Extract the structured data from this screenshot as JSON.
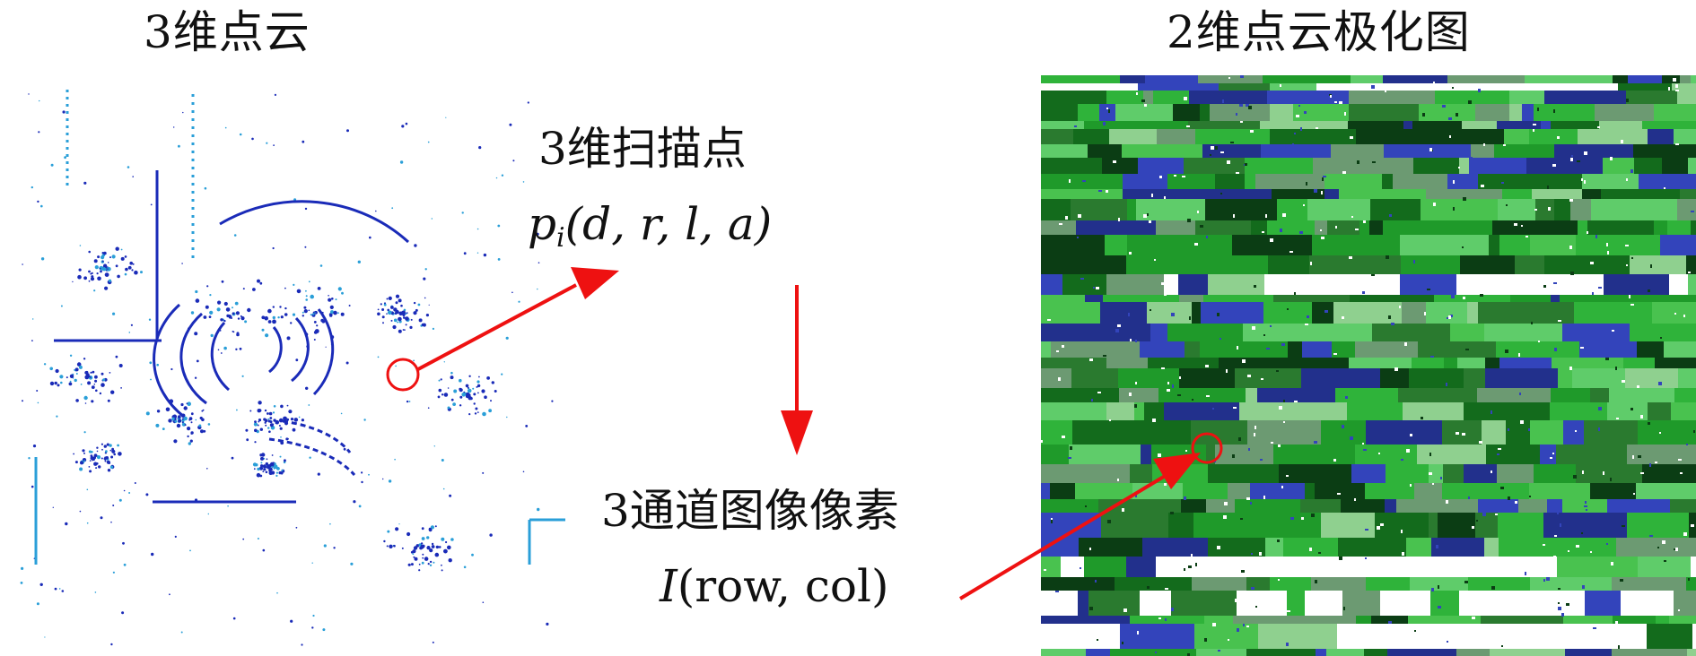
{
  "titles": {
    "left": "3维点云",
    "right": "2维点云极化图"
  },
  "labels": {
    "scan_point": "3维扫描点",
    "pixel": "3通道图像像素"
  },
  "formulas": {
    "scan": {
      "var": "p",
      "sub": "i",
      "args": "(d, r, l, a)"
    },
    "pixel": {
      "var": "I",
      "args": "(row, col)"
    }
  },
  "colors": {
    "arrow": "#ee1111",
    "scan_dots": "#1a2bb8",
    "scan_dots_light": "#2a9fd8",
    "polar_green": "#1f9a2a",
    "polar_dark": "#0b3d14",
    "polar_blue": "#3344bb"
  }
}
